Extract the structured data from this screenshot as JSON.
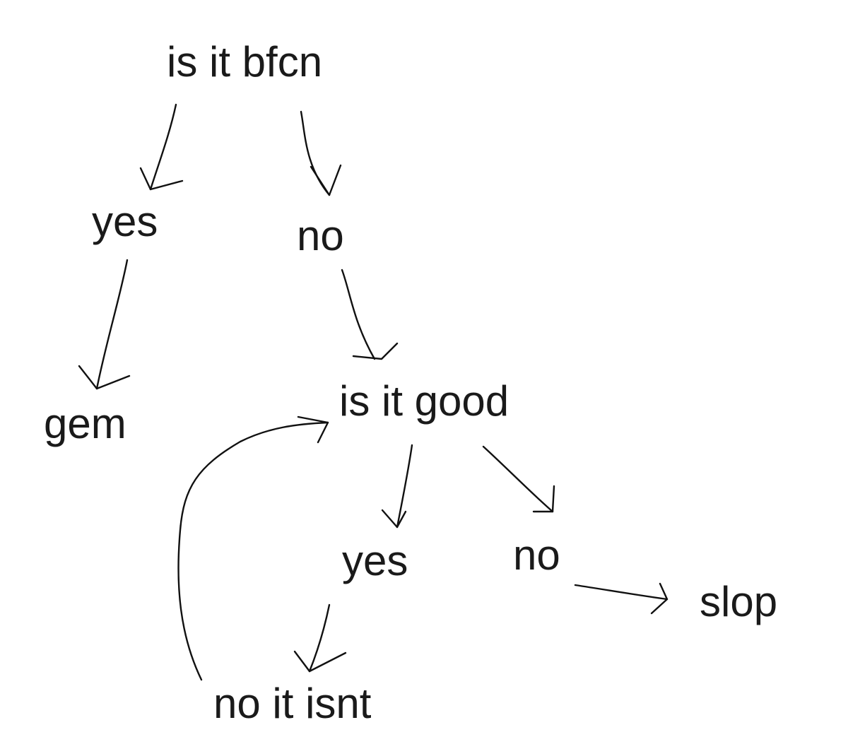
{
  "diagram": {
    "type": "hand-drawn flowchart",
    "nodes": {
      "question_bfcn": "is it bfcn",
      "answer_yes_1": "yes",
      "answer_no_1": "no",
      "result_gem": "gem",
      "question_good": "is it good",
      "answer_yes_2": "yes",
      "answer_no_2": "no",
      "result_slop": "slop",
      "loop_no_it_isnt": "no it isnt"
    },
    "edges": [
      {
        "from": "is it bfcn",
        "to": "yes"
      },
      {
        "from": "is it bfcn",
        "to": "no"
      },
      {
        "from": "yes",
        "to": "gem"
      },
      {
        "from": "no",
        "to": "is it good"
      },
      {
        "from": "is it good",
        "to": "yes"
      },
      {
        "from": "is it good",
        "to": "no"
      },
      {
        "from": "no",
        "to": "slop"
      },
      {
        "from": "yes",
        "to": "no it isnt"
      },
      {
        "from": "no it isnt",
        "to": "is it good"
      }
    ],
    "colors": {
      "ink": "#1a1a1a",
      "background": "#ffffff"
    }
  }
}
